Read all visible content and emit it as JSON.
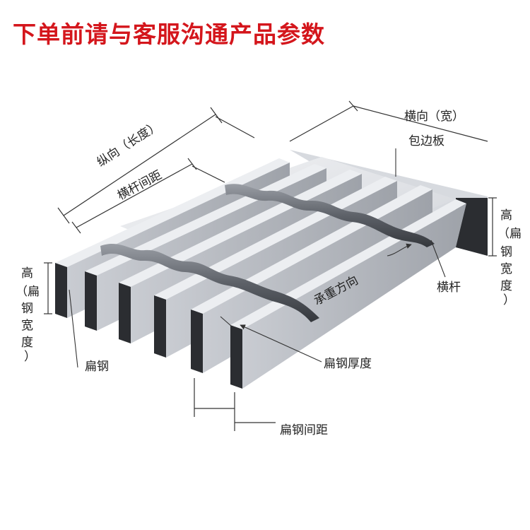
{
  "headline": "下单前请与客服沟通产品参数",
  "labels": {
    "longitudinal": "纵向（长度）",
    "crossbar_pitch": "横杆间距",
    "transverse": "横向（宽）",
    "edge_plate": "包边板",
    "height_left_1": "高",
    "height_left_2": "（扁",
    "height_left_3": "钢",
    "height_left_4": "宽",
    "height_left_5": "度",
    "height_left_6": "）",
    "height_right_1": "高",
    "height_right_2": "（扁",
    "height_right_3": "钢",
    "height_right_4": "宽",
    "height_right_5": "度",
    "height_right_6": "）",
    "load_direction": "承重方向",
    "crossbar": "横杆",
    "flat_steel": "扁钢",
    "flat_steel_thickness": "扁钢厚度",
    "flat_steel_spacing": "扁钢间距"
  },
  "colors": {
    "headline": "#d4161c",
    "steel_top": "#e6e8ec",
    "steel_side": "#b9bdc4",
    "steel_end": "#2b2d31",
    "twist": "#6f737a"
  }
}
